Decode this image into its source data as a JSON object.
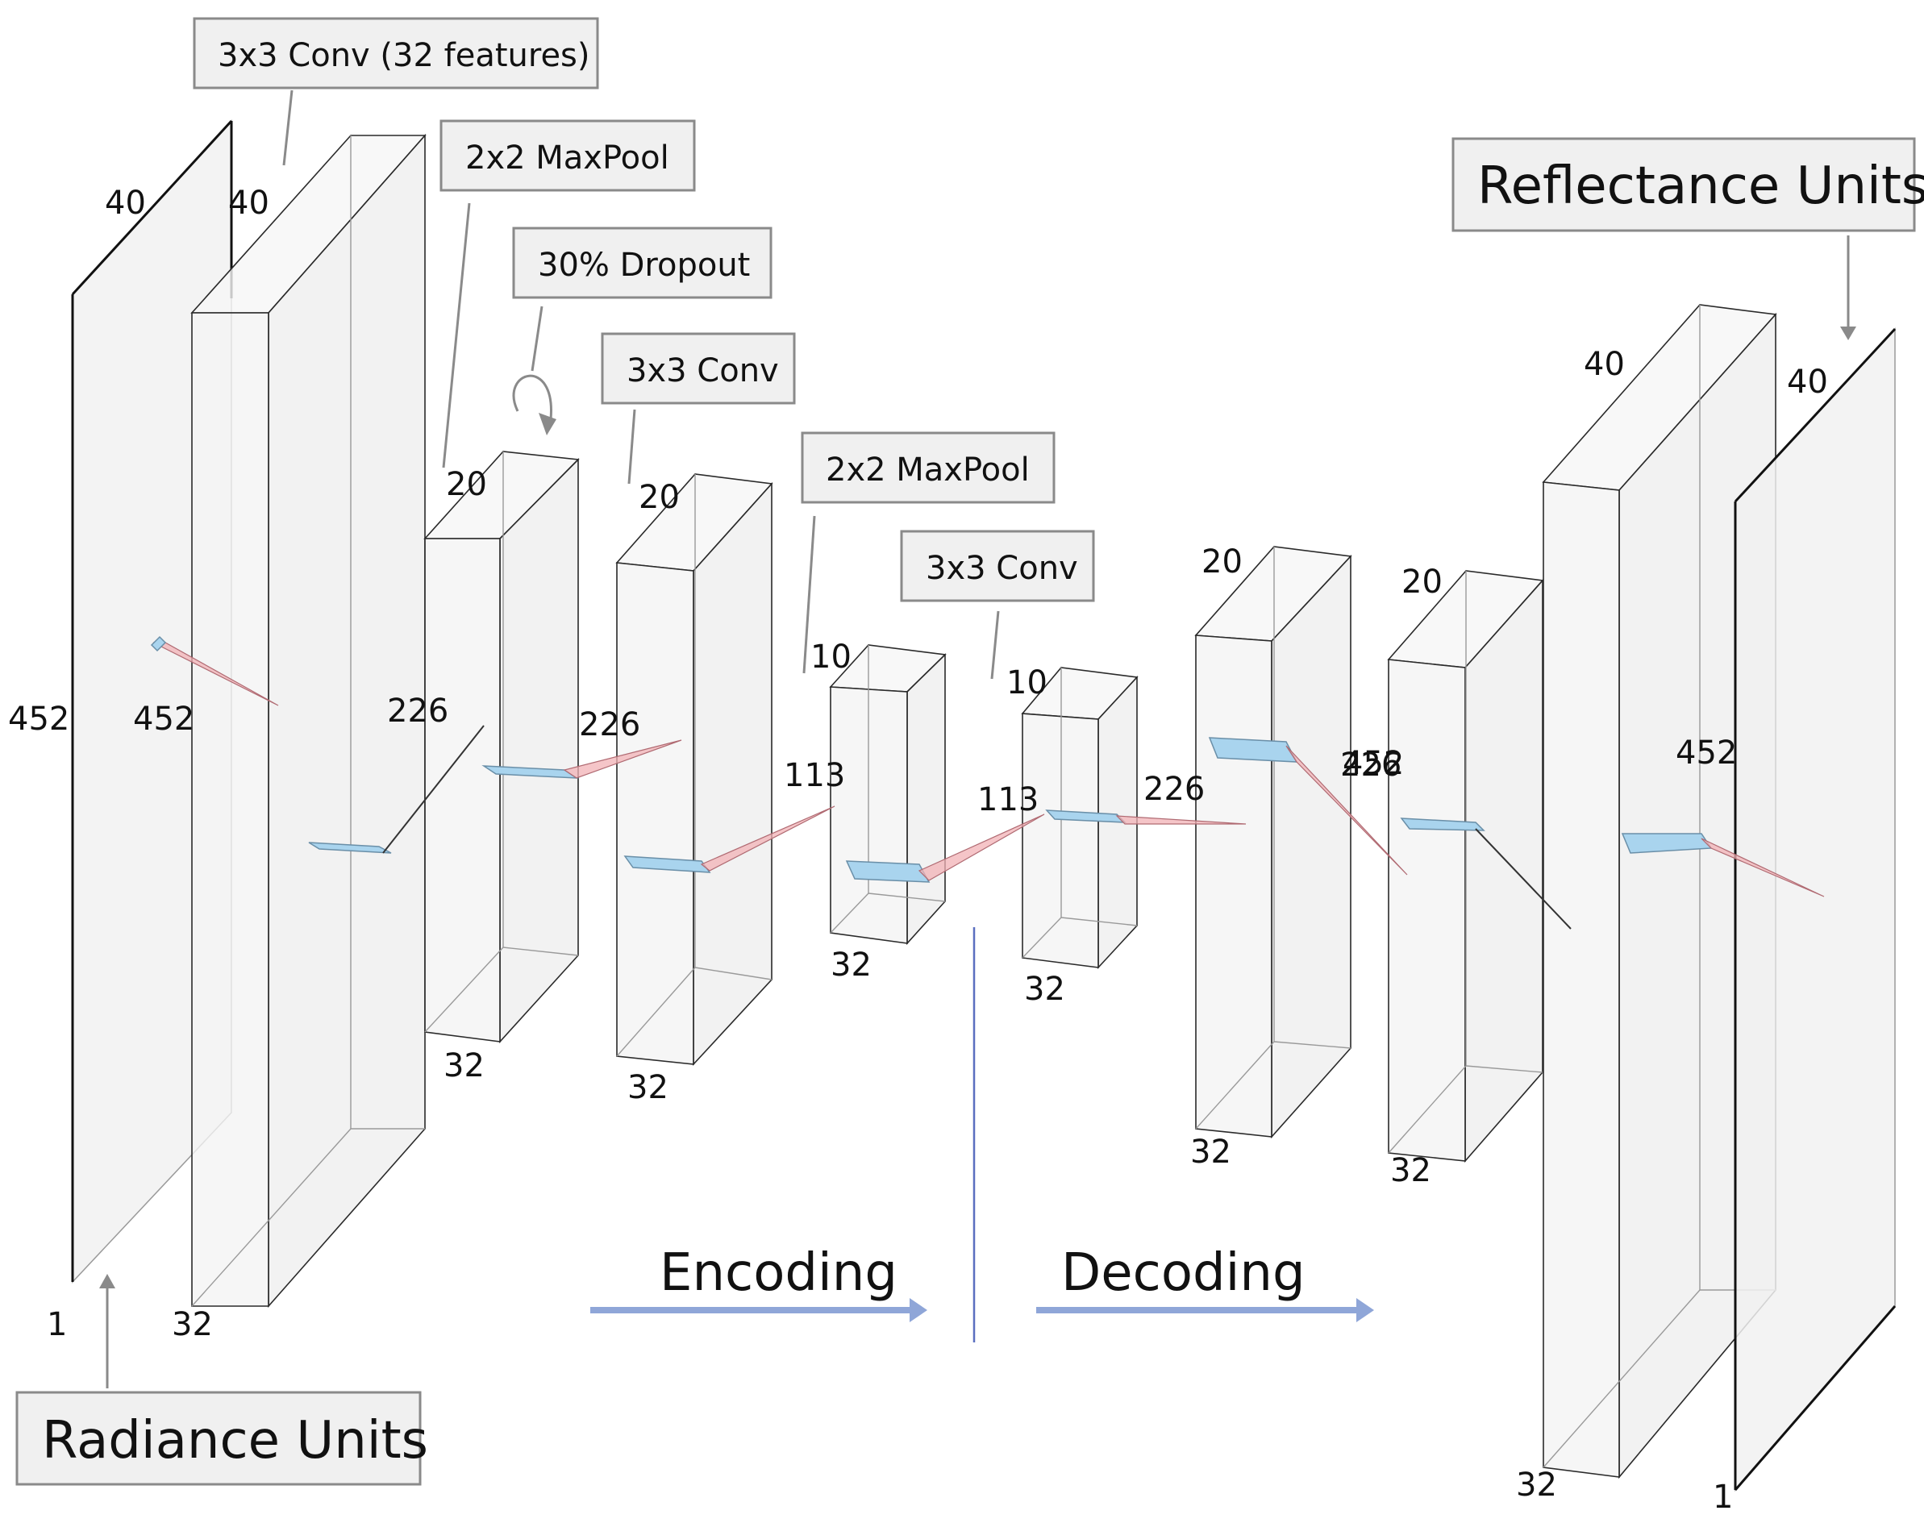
{
  "diagram": {
    "input_label": "Radiance Units",
    "output_label": "Reflectance Units",
    "flow": {
      "encoding": "Encoding",
      "decoding": "Decoding"
    },
    "operations": [
      "3x3 Conv (32 features)",
      "2x2 MaxPool",
      "30% Dropout",
      "3x3 Conv",
      "2x2 MaxPool",
      "3x3 Conv"
    ],
    "dimensions": {
      "input": {
        "width": "40",
        "height": "452",
        "depth": "1"
      },
      "conv1": {
        "width": "40",
        "height": "452",
        "depth": "32"
      },
      "pool1": {
        "width": "20",
        "height": "226",
        "depth": "32"
      },
      "conv2": {
        "width": "20",
        "height": "226",
        "depth": "32"
      },
      "pool2": {
        "width": "10",
        "height": "113",
        "depth": "32"
      },
      "conv3": {
        "width": "10",
        "height": "113",
        "depth": "32"
      },
      "up1": {
        "width": "20",
        "height": "226",
        "depth": "32"
      },
      "up2": {
        "width": "20",
        "height": "452",
        "depth": "32"
      },
      "up3": {
        "width": "40",
        "height": "452",
        "depth": "32"
      },
      "output": {
        "width": "40",
        "depth": "1"
      }
    }
  }
}
